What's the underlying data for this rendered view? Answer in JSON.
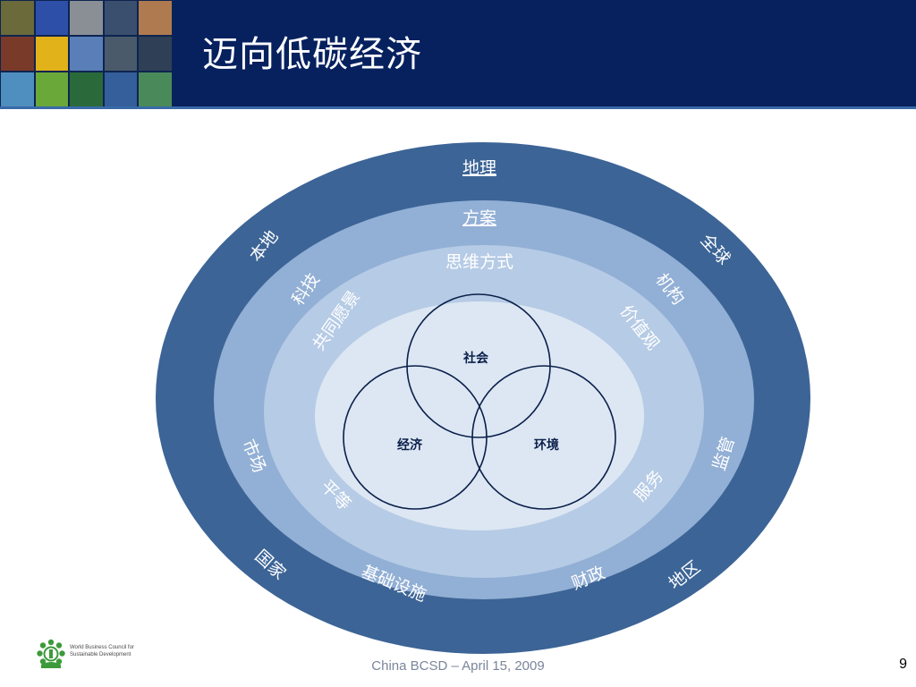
{
  "slide": {
    "title": "迈向低碳经济",
    "footer": "China BCSD – April 15, 2009",
    "page_number": "9"
  },
  "logo": {
    "line1": "World Business Council for",
    "line2": "Sustainable Development"
  },
  "diagram": {
    "outer_ring": {
      "top": "地理",
      "top_left": "本地",
      "top_right": "全球",
      "left": "市场",
      "right": "监管",
      "bottom_left": "国家",
      "bottom_right": "地区"
    },
    "second_ring": {
      "top": "方案",
      "top_left": "科技",
      "top_right": "机构",
      "bottom_left": "基础设施",
      "bottom_right": "财政"
    },
    "third_ring": {
      "top": "思维方式",
      "top_left": "共同愿景",
      "top_right": "价值观",
      "bottom_left": "平等",
      "bottom_right": "服务"
    },
    "venn": {
      "top": "社会",
      "left": "经济",
      "right": "环境"
    }
  },
  "colors": {
    "header": "#06215e",
    "ring1": "#3c6496",
    "ring2": "#92afd5",
    "ring3": "#b6cbe5",
    "core": "#dde7f3",
    "venn_stroke": "#0a1f4a"
  }
}
